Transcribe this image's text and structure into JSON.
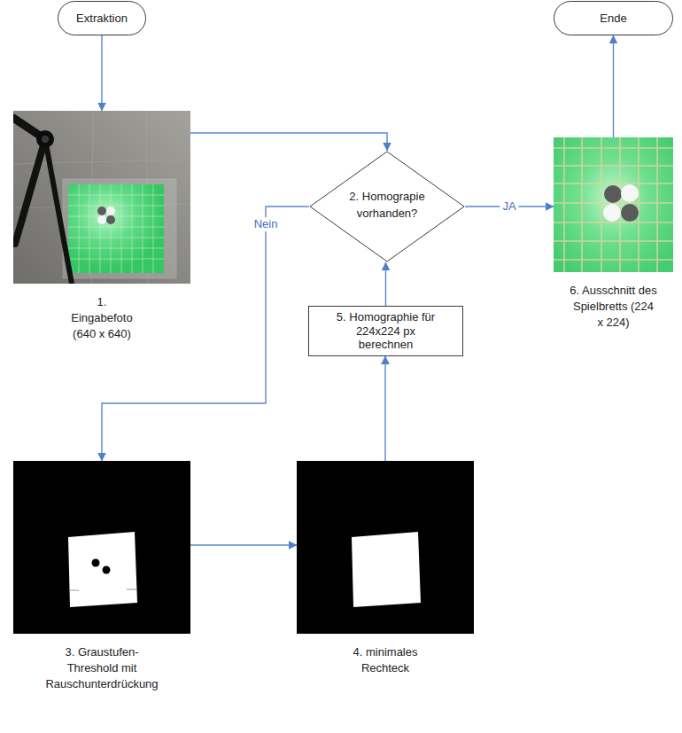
{
  "diagram": {
    "nodes": [
      {
        "text": [
          "Extraktion"
        ]
      },
      {
        "text": [
          "1. Eingabefoto (640 x 640)"
        ]
      },
      {
        "text": [
          "2. Homograpie vorhanden?"
        ]
      },
      {
        "text": [
          "3. Graustufen-Threshold mit Rauschunterdrückung"
        ]
      },
      {
        "text": [
          "4. minimales Rechteck"
        ]
      },
      {
        "text": [
          "5. Homographie für 224x224 px berechnen"
        ]
      },
      {
        "text": [
          "6. Ausschnitt des Spielbretts (224 x 224)"
        ]
      },
      {
        "text": [
          "Ende"
        ]
      }
    ],
    "edges": [
      {
        "from": 0,
        "to": 1,
        "arrow": "to"
      },
      {
        "from": 1,
        "to": 2,
        "arrow": "to"
      },
      {
        "from": 2,
        "to": 6,
        "label": "JA",
        "arrow": "to"
      },
      {
        "from": 2,
        "to": 3,
        "label": "Nein",
        "arrow": "to"
      },
      {
        "from": 3,
        "to": 4,
        "arrow": "to"
      },
      {
        "from": 4,
        "to": 5,
        "arrow": "to"
      },
      {
        "from": 5,
        "to": 2,
        "arrow": "to"
      },
      {
        "from": 6,
        "to": 7,
        "arrow": "to"
      }
    ]
  }
}
